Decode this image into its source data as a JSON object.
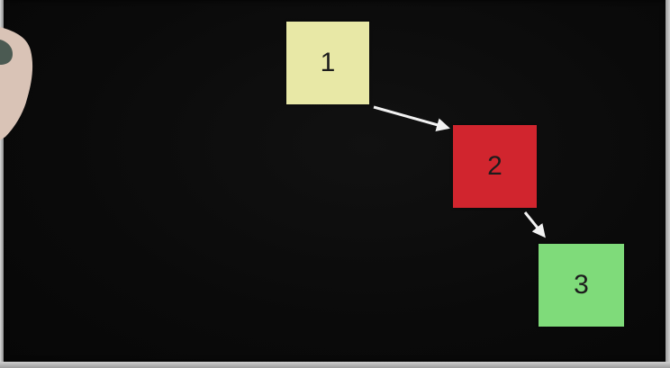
{
  "diagram": {
    "nodes": [
      {
        "label": "1",
        "color": "#e8e8a6"
      },
      {
        "label": "2",
        "color": "#d1252e"
      },
      {
        "label": "3",
        "color": "#7fdb7a"
      }
    ],
    "edges": [
      {
        "from": "1",
        "to": "2"
      },
      {
        "from": "2",
        "to": "3"
      }
    ],
    "arrow_color": "#f2f2f2",
    "background_color": "#0b0b0b"
  }
}
